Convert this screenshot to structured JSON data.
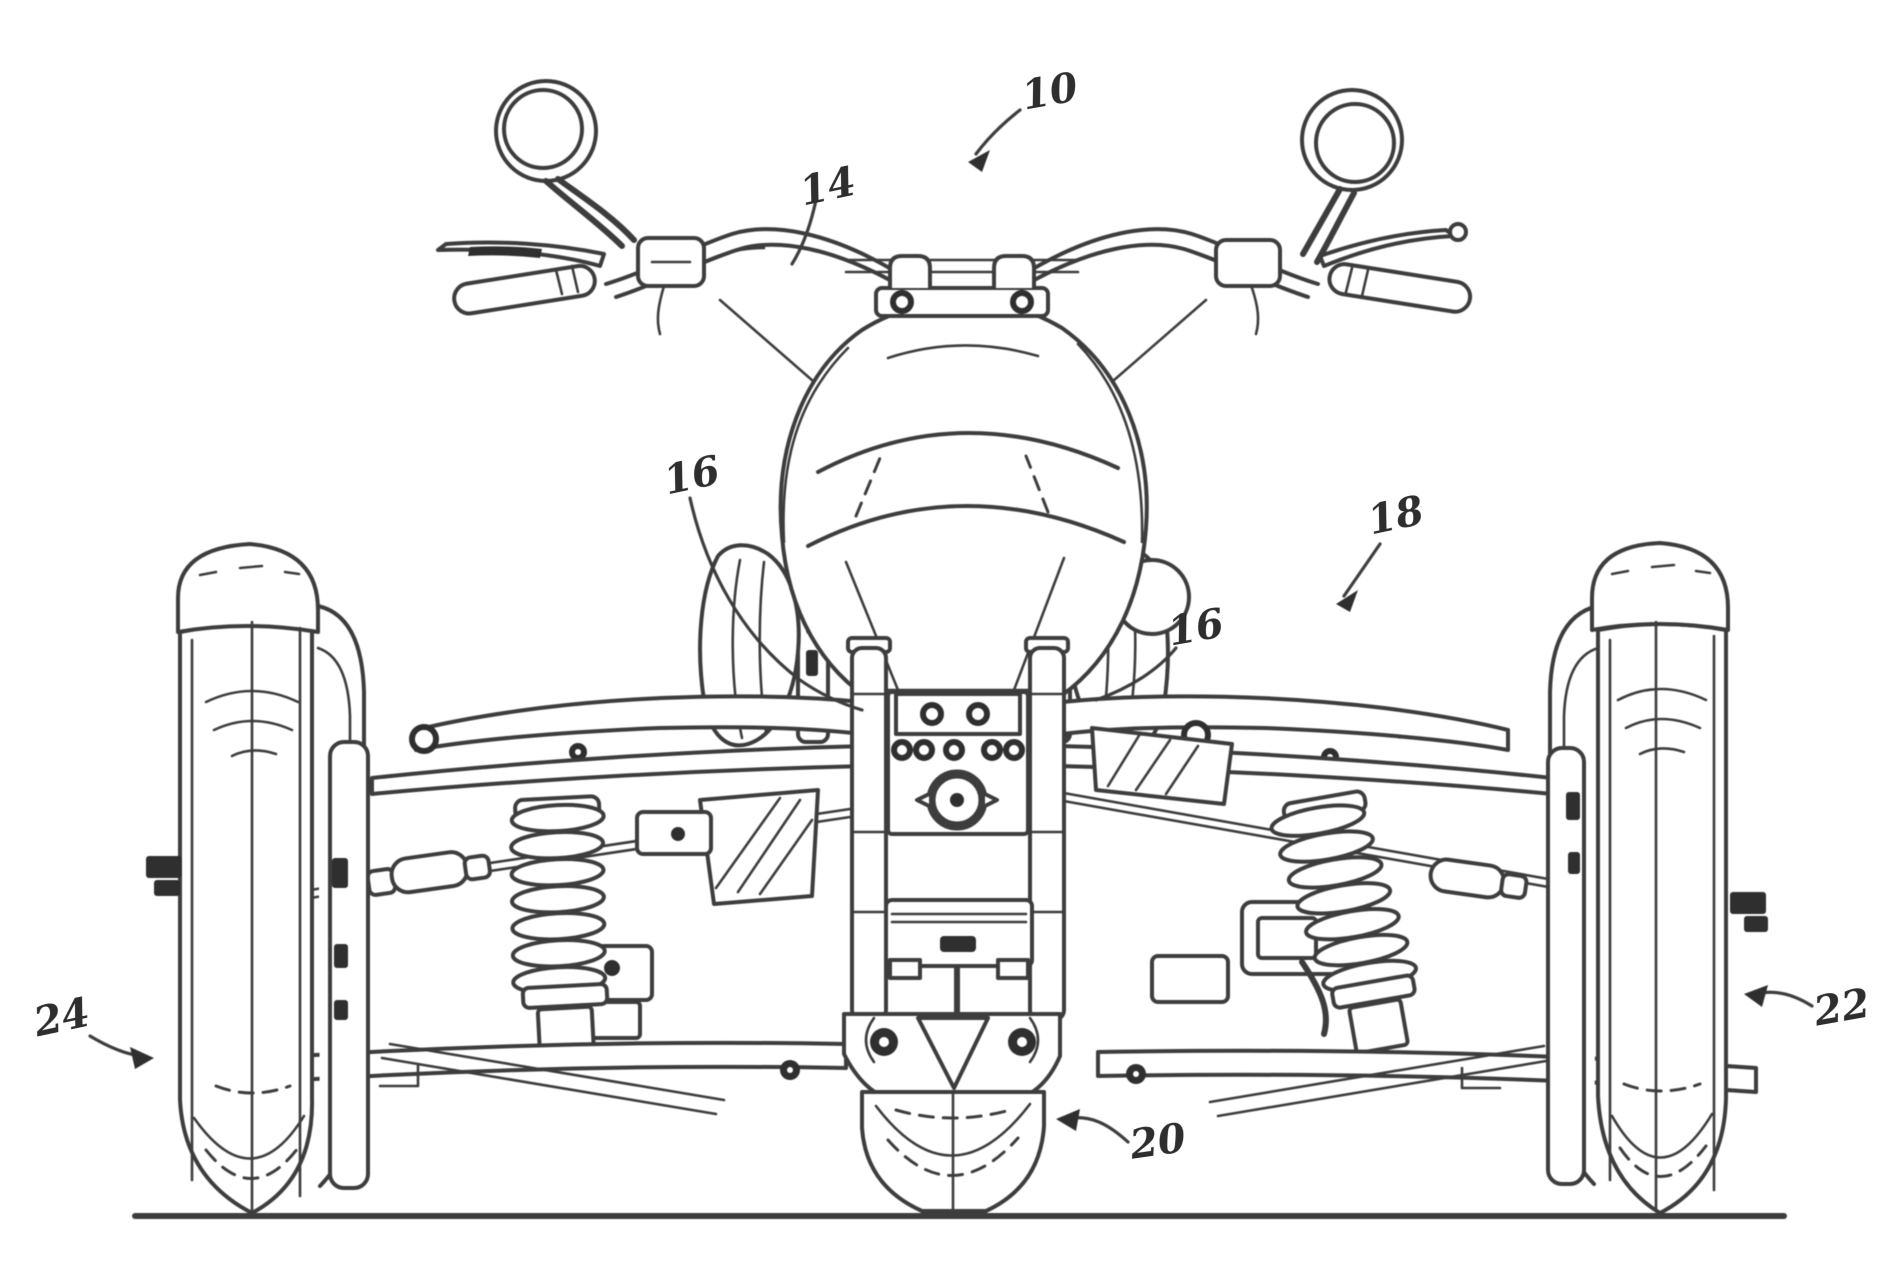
{
  "figure": {
    "background_color": "#ffffff",
    "ink_color": "#3d3d3d",
    "reference_labels": {
      "ref10": "10",
      "ref14": "14",
      "ref16a": "16",
      "ref16b": "16",
      "ref18": "18",
      "ref20": "20",
      "ref22": "22",
      "ref24": "24"
    }
  }
}
